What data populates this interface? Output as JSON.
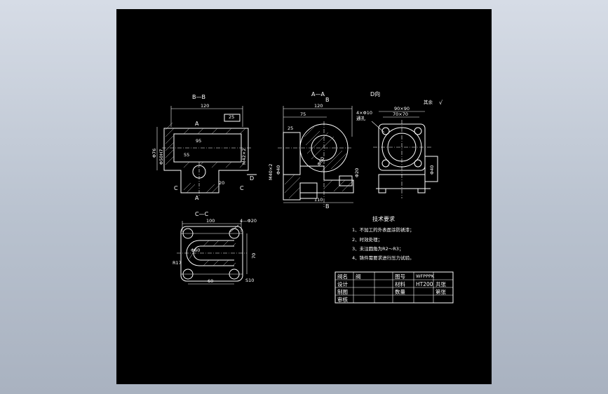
{
  "colors": {
    "sheet": "#000000",
    "line": "#ffffff",
    "background": "#c2cad6"
  },
  "views": {
    "bb": {
      "title": "B—B",
      "w120": "120",
      "w95": "95",
      "w55": "55",
      "w25": "25",
      "w20": "20",
      "d76": "Φ76",
      "d50": "Φ50H7",
      "m": "M42×2",
      "a1": "A",
      "a2": "A",
      "c1": "C",
      "c2": "C",
      "dmark": "D"
    },
    "aa": {
      "title": "A—A",
      "w120": "120",
      "w75": "75",
      "w25": "25",
      "w110": "110",
      "d60": "Φ60",
      "d40": "Φ40",
      "d20": "Φ20",
      "m40": "M40×2",
      "b1": "B",
      "b2": "B"
    },
    "dv": {
      "title": "D向",
      "w90": "90×90",
      "w70": "70×70",
      "holes": "4×Φ10",
      "through": "通孔",
      "rough": "其余"
    },
    "cc": {
      "title": "C—C",
      "w100": "100",
      "w60": "60",
      "h70": "70",
      "holes": "4—Φ20",
      "r17": "R17",
      "d60": "Φ60",
      "s10": "S10"
    }
  },
  "tech": {
    "title": "技术要求",
    "items": [
      "1、不加工的外表面涂防锈漆；",
      "2、时效处理；",
      "3、未注圆角为R2～R3；",
      "4、铸件需要求进行压力试验。"
    ]
  },
  "titleblock": {
    "r1": [
      "阀名",
      "阀",
      "",
      "图号",
      "",
      "WFPPPK"
    ],
    "r2": [
      "设计",
      "",
      "",
      "材料",
      "HT200",
      "共张"
    ],
    "r3": [
      "制图",
      "",
      "",
      "数量",
      "",
      "第张"
    ],
    "r4": [
      "审核",
      "",
      "",
      "",
      "",
      ""
    ]
  }
}
